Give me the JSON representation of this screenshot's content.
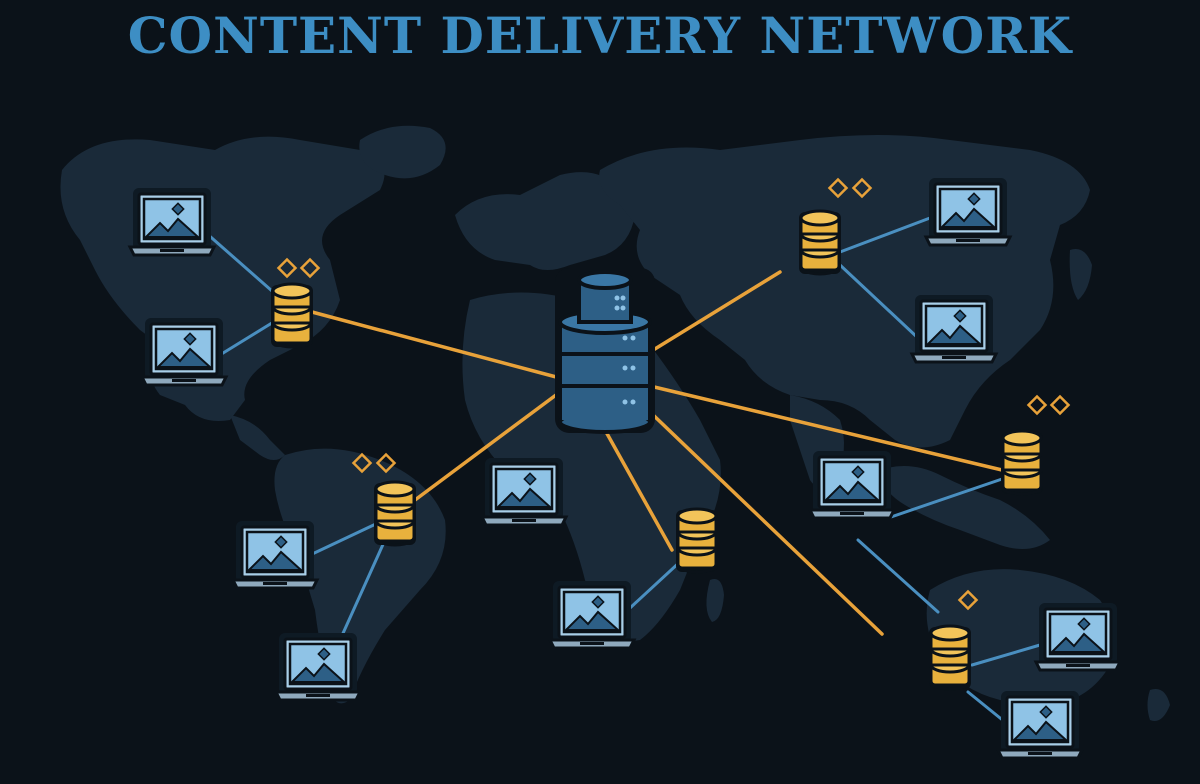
{
  "title": "CONTENT DELIVERY NETWORK",
  "colors": {
    "background": "#0b1219",
    "continent": "#1a2a39",
    "title": "#3d8ec4",
    "origin_server": "#2d5f86",
    "edge_server": "#e8b13d",
    "backbone_link": "#e8a23a",
    "client_link": "#4a8fc0",
    "client_screen": "#8fc3e6"
  },
  "icons": {
    "origin": "database-server-icon",
    "edge": "edge-cache-server-icon",
    "client": "laptop-image-icon",
    "decoration": "diamond-icon"
  },
  "nodes": {
    "origin": {
      "id": "origin"
    },
    "edges": [
      {
        "id": "edge-north-america",
        "diamonds": 2
      },
      {
        "id": "edge-south-america",
        "diamonds": 2
      },
      {
        "id": "edge-africa",
        "diamonds": 0
      },
      {
        "id": "edge-asia",
        "diamonds": 2
      },
      {
        "id": "edge-southeast-asia",
        "diamonds": 2
      },
      {
        "id": "edge-australia",
        "diamonds": 1
      }
    ],
    "clients": [
      {
        "id": "client-na-top",
        "edge": "edge-north-america"
      },
      {
        "id": "client-na-bottom",
        "edge": "edge-north-america"
      },
      {
        "id": "client-sa-top",
        "edge": "edge-south-america"
      },
      {
        "id": "client-sa-bottom",
        "edge": "edge-south-america"
      },
      {
        "id": "client-center",
        "edge": ""
      },
      {
        "id": "client-africa",
        "edge": "edge-africa"
      },
      {
        "id": "client-asia-top",
        "edge": "edge-asia"
      },
      {
        "id": "client-asia-bottom",
        "edge": "edge-asia"
      },
      {
        "id": "client-se-asia",
        "edge": "edge-southeast-asia"
      },
      {
        "id": "client-australia-top",
        "edge": "edge-australia"
      },
      {
        "id": "client-australia-bottom",
        "edge": "edge-australia"
      }
    ]
  },
  "links": {
    "backbone": [
      "edge-north-america",
      "edge-south-america",
      "edge-africa",
      "edge-asia",
      "edge-southeast-asia",
      "open-southeast"
    ],
    "client_links": [
      [
        "client-na-top",
        "edge-north-america"
      ],
      [
        "client-na-bottom",
        "edge-north-america"
      ],
      [
        "client-sa-top",
        "edge-south-america"
      ],
      [
        "client-sa-bottom",
        "edge-south-america"
      ],
      [
        "client-africa",
        "edge-africa"
      ],
      [
        "client-asia-top",
        "edge-asia"
      ],
      [
        "client-asia-bottom",
        "edge-asia"
      ],
      [
        "client-se-asia",
        "edge-southeast-asia"
      ],
      [
        "client-se-asia",
        "edge-australia"
      ],
      [
        "client-australia-top",
        "edge-australia"
      ],
      [
        "client-australia-bottom",
        "edge-australia"
      ]
    ]
  }
}
